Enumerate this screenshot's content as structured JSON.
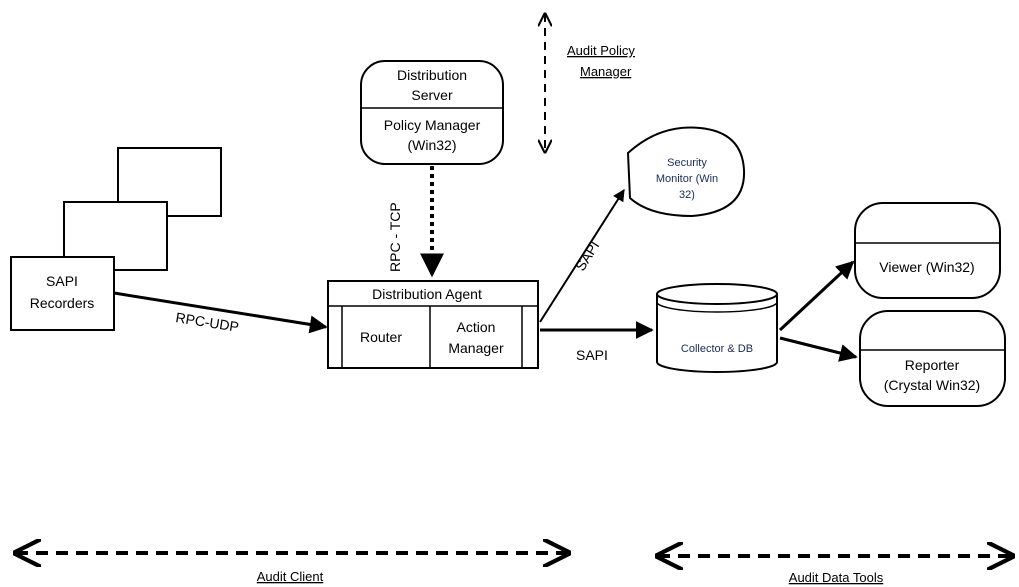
{
  "recorders": {
    "label_line1": "SAPI",
    "label_line2": "Recorders"
  },
  "distribution_server": {
    "title_line1": "Distribution",
    "title_line2": "Server",
    "policy_line1": "Policy Manager",
    "policy_line2": "(Win32)"
  },
  "audit_policy_manager": {
    "line1": "Audit Policy",
    "line2": "Manager"
  },
  "distribution_agent": {
    "title": "Distribution Agent",
    "router": "Router",
    "action_line1": "Action",
    "action_line2": "Manager"
  },
  "security_monitor": {
    "line1": "Security",
    "line2": "Monitor (Win",
    "line3": "32)"
  },
  "collector": {
    "label": "Collector & DB"
  },
  "viewer": {
    "label": "Viewer (Win32)"
  },
  "reporter": {
    "line1": "Reporter",
    "line2": "(Crystal Win32)"
  },
  "connections": {
    "rpc_tcp": "RPC - TCP",
    "rpc_udp": "RPC-UDP",
    "sapi_collector": "SAPI",
    "sapi_monitor": "SAPI"
  },
  "regions": {
    "audit_client": "Audit Client",
    "audit_data_tools": "Audit Data Tools"
  }
}
